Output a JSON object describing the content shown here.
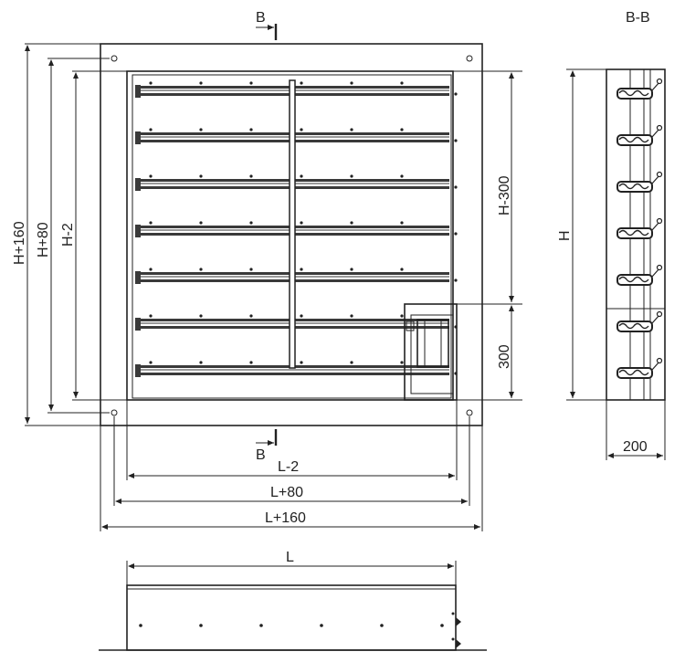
{
  "labels": {
    "section_top": "B",
    "section_bottom": "B",
    "section_view_title": "B-B",
    "dim_h160": "H+160",
    "dim_h80": "H+80",
    "dim_h2": "H-2",
    "dim_h300": "H-300",
    "dim_300": "300",
    "dim_l2": "L-2",
    "dim_l80": "L+80",
    "dim_l160": "L+160",
    "dim_h": "H",
    "dim_200": "200",
    "dim_l": "L"
  },
  "colors": {
    "line": "#222222",
    "blade_dark": "#3a3a3a",
    "blade_light": "#9a9a9a"
  },
  "blade_count": 7
}
